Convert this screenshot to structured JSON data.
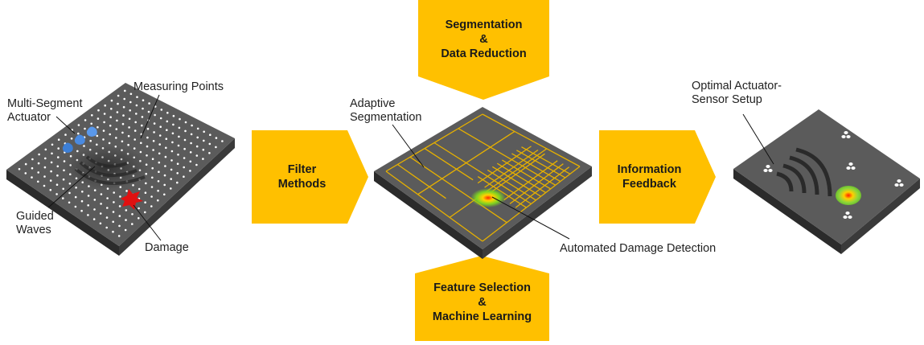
{
  "colors": {
    "arrow": "#FFC000",
    "plate_top": "#5a5a5a",
    "plate_side": "#2e2e2e",
    "plate_front": "#3d3d3d",
    "grid_line": "#E6B000",
    "actuator": "#3d7fd6",
    "damage": "#e01010"
  },
  "icons": {
    "actuator": "blue-droplet-icon",
    "damage": "red-splat-icon",
    "sensor_cluster": "white-dot-cluster-icon",
    "hotspot": "heatmap-spot-icon"
  },
  "plate1": {
    "label_measuring_points": "Measuring Points",
    "label_actuator_line1": "Multi-Segment",
    "label_actuator_line2": "Actuator",
    "label_waves_line1": "Guided",
    "label_waves_line2": "Waves",
    "label_damage": "Damage"
  },
  "arrow_filter": {
    "line1": "Filter",
    "line2": "Methods"
  },
  "arrow_top": {
    "line1": "Segmentation",
    "line2": "&",
    "line3": "Data Reduction"
  },
  "arrow_bottom": {
    "line1": "Feature Selection",
    "line2": "&",
    "line3": "Machine Learning"
  },
  "plate2": {
    "label_segmentation_line1": "Adaptive",
    "label_segmentation_line2": "Segmentation",
    "label_detection": "Automated Damage Detection"
  },
  "arrow_feedback": {
    "line1": "Information",
    "line2": "Feedback"
  },
  "plate3": {
    "label_setup_line1": "Optimal Actuator-",
    "label_setup_line2": "Sensor Setup"
  }
}
